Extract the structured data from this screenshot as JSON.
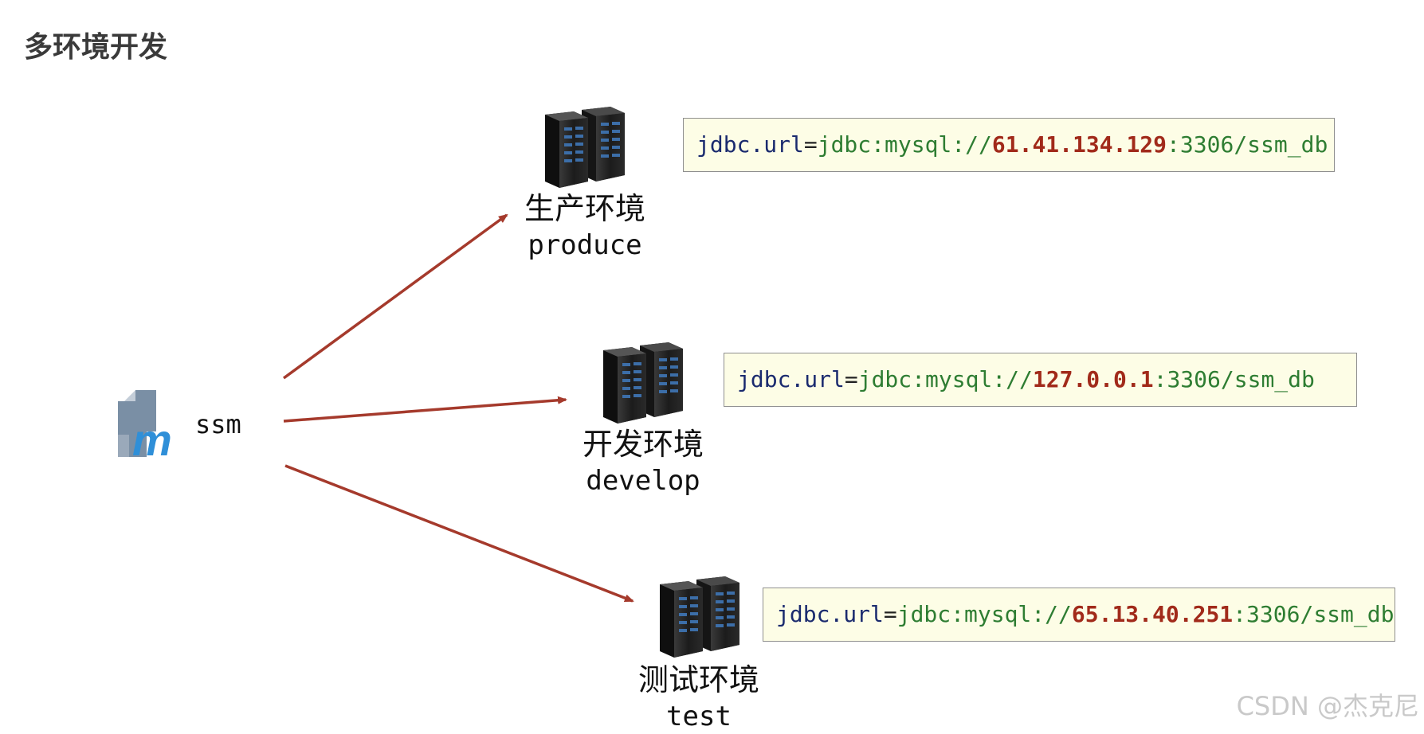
{
  "title": "多环境开发",
  "project": {
    "name": "ssm",
    "icon": "maven-m-icon"
  },
  "environments": [
    {
      "cn": "生产环境",
      "en": "produce",
      "icon": "server-rack-icon",
      "config": {
        "key": "jdbc.url",
        "eq": "=",
        "prefix": "jdbc:mysql://",
        "ip": "61.41.134.129",
        "suffix": ":3306/ssm_db"
      }
    },
    {
      "cn": "开发环境",
      "en": "develop",
      "icon": "server-rack-icon",
      "config": {
        "key": "jdbc.url",
        "eq": "=",
        "prefix": "jdbc:mysql://",
        "ip": "127.0.0.1",
        "suffix": ":3306/ssm_db"
      }
    },
    {
      "cn": "测试环境",
      "en": "test",
      "icon": "server-rack-icon",
      "config": {
        "key": "jdbc.url",
        "eq": "=",
        "prefix": "jdbc:mysql://",
        "ip": "65.13.40.251",
        "suffix": ":3306/ssm_db"
      }
    }
  ],
  "colors": {
    "arrow": "#a53a2c",
    "ip": "#a12a1a",
    "value": "#2e7d32",
    "key": "#1a2a6e",
    "box_bg": "#fdfde6"
  },
  "watermark": "CSDN @杰克尼"
}
